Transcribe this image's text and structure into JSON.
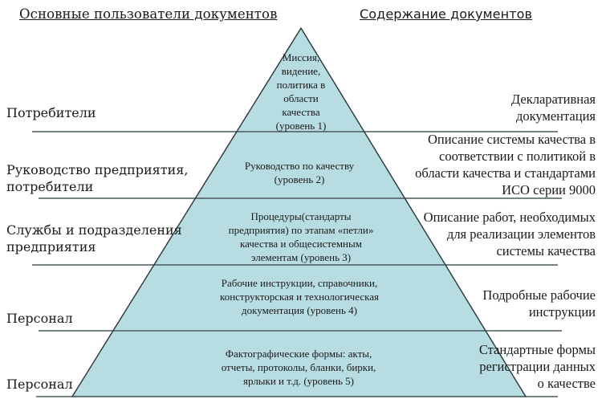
{
  "colors": {
    "pyramid_fill": "#b7dde2",
    "line": "#4a5a5e",
    "text": "#1a1a1a",
    "background": "#ffffff"
  },
  "headers": {
    "left": "Основные пользователи документов",
    "right": "Содержание  документов"
  },
  "levels": [
    {
      "id": 1,
      "pyramid_text": [
        "Миссия,",
        "видение,",
        "политика в",
        "области",
        "качества",
        "(уровень 1)"
      ],
      "users": [
        "Потребители"
      ],
      "content": [
        "Декларативная",
        "документация"
      ]
    },
    {
      "id": 2,
      "pyramid_text": [
        "Руководство по качеству",
        "(уровень 2)"
      ],
      "users": [
        "Руководство предприятия,",
        "потребители"
      ],
      "content": [
        "Описание системы качества в",
        "соответствии с политикой в",
        "области качества и стандартами",
        "ИСО серии 9000"
      ]
    },
    {
      "id": 3,
      "pyramid_text": [
        "Процедуры(стандарты",
        "предприятия) по этапам «петли»",
        "качества и общесистемным",
        "элементам (уровень 3)"
      ],
      "users": [
        "Службы и подразделения",
        "предприятия"
      ],
      "content": [
        "Описание работ, необходимых",
        "для реализации элементов",
        "системы качества"
      ]
    },
    {
      "id": 4,
      "pyramid_text": [
        "Рабочие инструкции, справочники,",
        "конструкторская и технологическая",
        "документация (уровень 4)"
      ],
      "users": [
        "Персонал"
      ],
      "content": [
        "Подробные рабочие",
        "инструкции"
      ]
    },
    {
      "id": 5,
      "pyramid_text": [
        "Фактографические формы: акты,",
        "отчеты, протоколы, бланки, бирки,",
        "ярлыки и т.д. (уровень 5)"
      ],
      "users": [
        "Персонал"
      ],
      "content": [
        "Стандартные формы",
        "регистрации данных",
        "о качестве"
      ]
    }
  ]
}
